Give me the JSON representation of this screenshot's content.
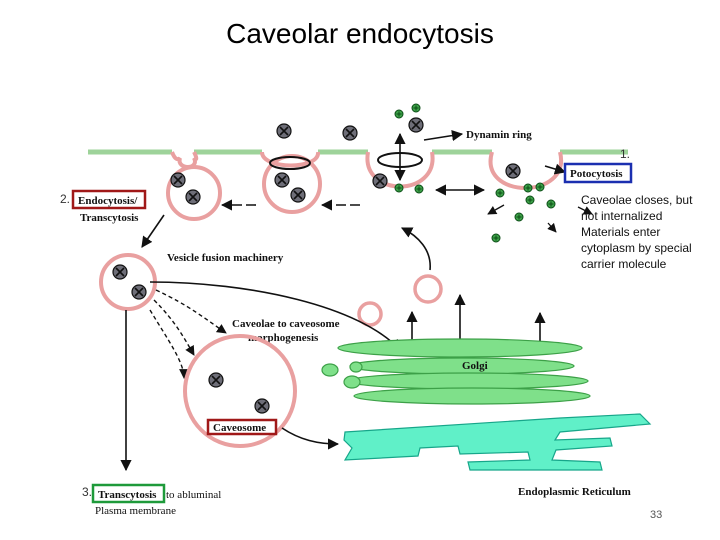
{
  "slide": {
    "title": "Caveolar endocytosis",
    "page_number": "33"
  },
  "diagram": {
    "labels": {
      "dynamin_ring": "Dynamin ring",
      "potocytosis": "Potocytosis",
      "endocytosis_transcytosis_1": "Endocytosis/",
      "endocytosis_transcytosis_2": "Transcytosis",
      "vesicle_fusion": "Vesicle fusion machinery",
      "caveolae_caveosome_1": "Caveolae to caveosome",
      "caveolae_caveosome_2": "morphogenesis",
      "golgi": "Golgi",
      "caveosome": "Caveosome",
      "transcytosis": "Transcytosis",
      "to_abluminal": "to abluminal",
      "plasma_membrane": "Plasma membrane",
      "er": "Endoplasmic Reticulum"
    },
    "step_numbers": [
      "1.",
      "2.",
      "3."
    ],
    "note_lines": [
      "Caveolae closes, but",
      "not internalized",
      "Materials enter",
      "cytoplasm by special",
      "carrier molecule"
    ],
    "colors": {
      "membrane": "#9ed39a",
      "vesicle": "#e9a0a0",
      "golgi": "#7fe08a",
      "er": "#60f0c8",
      "box_blue": "#1b2fb0",
      "box_red": "#a01818",
      "box_green": "#1e9a3a"
    }
  }
}
